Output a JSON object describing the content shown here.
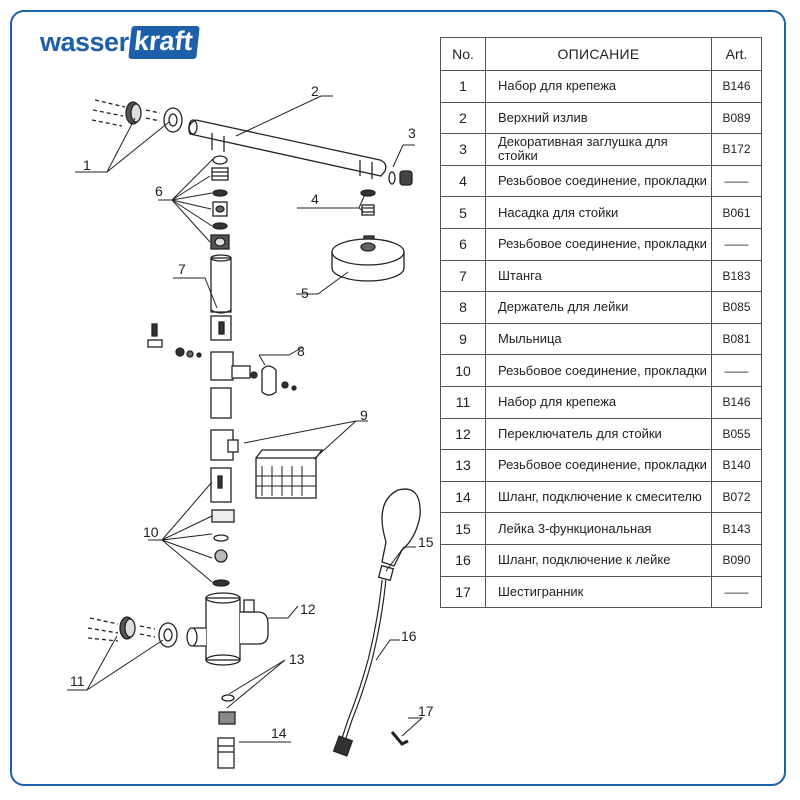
{
  "brand": {
    "part1": "wasser",
    "part2": "kraft"
  },
  "table": {
    "headers": {
      "no": "No.",
      "desc": "ОПИСАНИЕ",
      "art": "Art."
    },
    "rows": [
      {
        "no": "1",
        "desc": "Набор для крепежа",
        "art": "B146"
      },
      {
        "no": "2",
        "desc": "Верхний излив",
        "art": "B089"
      },
      {
        "no": "3",
        "desc": "Декоративная заглушка для стойки",
        "art": "B172"
      },
      {
        "no": "4",
        "desc": "Резьбовое соединение, прокладки",
        "art": "——"
      },
      {
        "no": "5",
        "desc": "Насадка для стойки",
        "art": "B061"
      },
      {
        "no": "6",
        "desc": "Резьбовое соединение, прокладки",
        "art": "——"
      },
      {
        "no": "7",
        "desc": "Штанга",
        "art": "B183"
      },
      {
        "no": "8",
        "desc": "Держатель для лейки",
        "art": "B085"
      },
      {
        "no": "9",
        "desc": "Мыльница",
        "art": "B081"
      },
      {
        "no": "10",
        "desc": "Резьбовое соединение, прокладки",
        "art": "——"
      },
      {
        "no": "11",
        "desc": "Набор для крепежа",
        "art": "B146"
      },
      {
        "no": "12",
        "desc": "Переключатель для стойки",
        "art": "B055"
      },
      {
        "no": "13",
        "desc": "Резьбовое соединение, прокладки",
        "art": "B140"
      },
      {
        "no": "14",
        "desc": "Шланг, подключение к смесителю",
        "art": "B072"
      },
      {
        "no": "15",
        "desc": "Лейка 3-функциональная",
        "art": "B143"
      },
      {
        "no": "16",
        "desc": "Шланг, подключение к лейке",
        "art": "B090"
      },
      {
        "no": "17",
        "desc": "Шестигранник",
        "art": "——"
      }
    ]
  },
  "callouts": [
    "1",
    "2",
    "3",
    "4",
    "5",
    "6",
    "7",
    "8",
    "9",
    "10",
    "11",
    "12",
    "13",
    "14",
    "15",
    "16",
    "17"
  ]
}
